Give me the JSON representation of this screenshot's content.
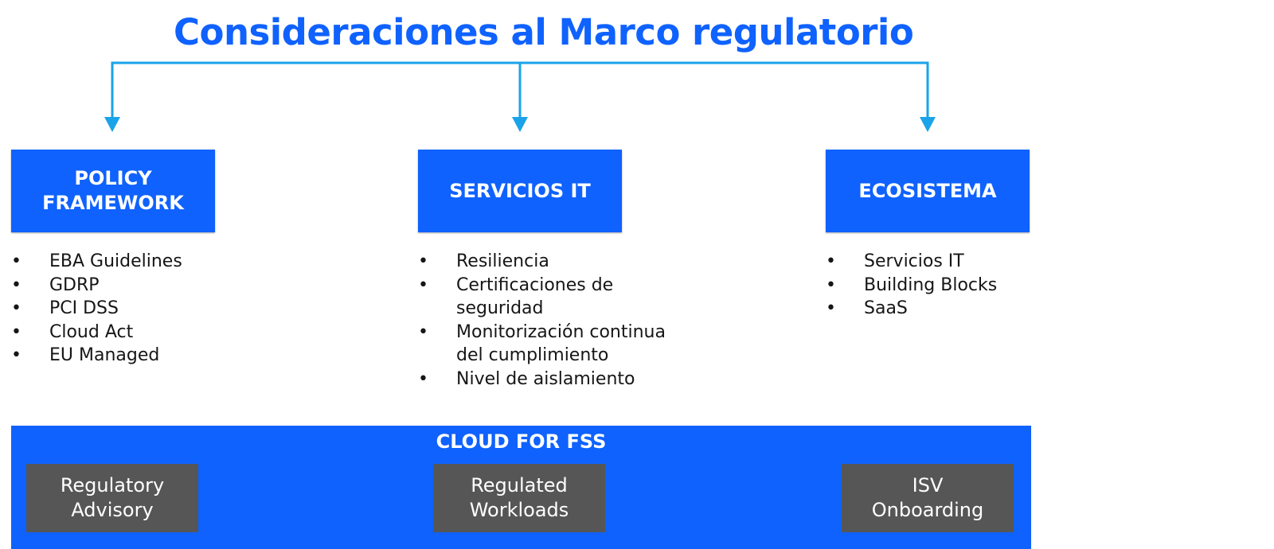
{
  "title": "Consideraciones al Marco regulatorio",
  "colors": {
    "accent": "#0f62fe",
    "connector": "#1aa3e8",
    "grey_box": "#565656",
    "text": "#161616"
  },
  "pillars": [
    {
      "label": "POLICY\nFRAMEWORK",
      "items": [
        "EBA Guidelines",
        "GDRP",
        "PCI DSS",
        "Cloud Act",
        "EU Managed"
      ]
    },
    {
      "label": "SERVICIOS IT",
      "items": [
        "Resiliencia",
        "Certificaciones de seguridad",
        "Monitorización continua del cumplimiento",
        "Nivel de aislamiento"
      ]
    },
    {
      "label": "ECOSISTEMA",
      "items": [
        "Servicios IT",
        "Building Blocks",
        "SaaS"
      ]
    }
  ],
  "platform": {
    "title": "CLOUD FOR FSS",
    "boxes": [
      "Regulatory\nAdvisory",
      "Regulated\nWorkloads",
      "ISV\nOnboarding"
    ]
  }
}
